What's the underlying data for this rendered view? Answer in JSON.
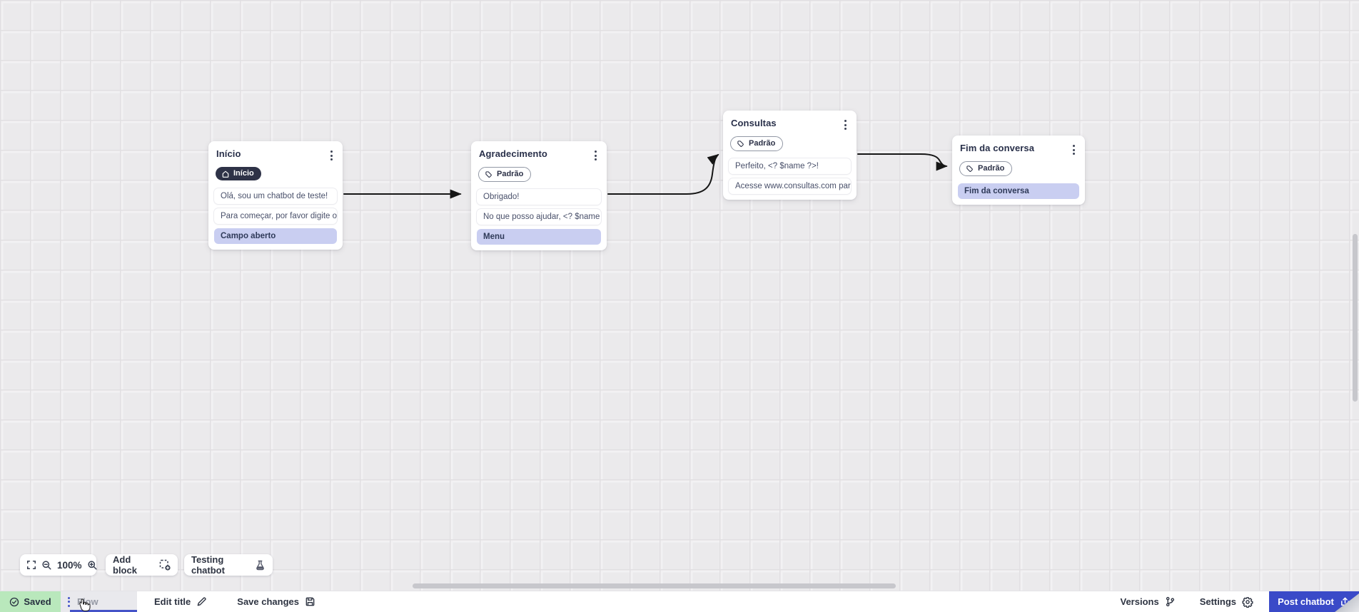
{
  "canvas": {
    "nodes": [
      {
        "title": "Início",
        "badge": {
          "label": "Início",
          "icon": "home-icon",
          "style": "dark"
        },
        "blocks": [
          {
            "text": "Olá, sou um chatbot de teste!",
            "type": "text"
          },
          {
            "text": "Para começar, por favor digite o ...",
            "type": "text"
          },
          {
            "text": "Campo aberto",
            "type": "input"
          }
        ]
      },
      {
        "title": "Agradecimento",
        "badge": {
          "label": "Padrão",
          "icon": "tag-icon",
          "style": "outline"
        },
        "blocks": [
          {
            "text": "Obrigado!",
            "type": "text"
          },
          {
            "text": "No que posso ajudar, <? $name ...",
            "type": "text"
          },
          {
            "text": "Menu",
            "type": "input"
          }
        ]
      },
      {
        "title": "Consultas",
        "badge": {
          "label": "Padrão",
          "icon": "tag-icon",
          "style": "outline"
        },
        "blocks": [
          {
            "text": "Perfeito, <? $name ?>!",
            "type": "text"
          },
          {
            "text": "Acesse www.consultas.com par...",
            "type": "text"
          }
        ]
      },
      {
        "title": "Fim da conversa",
        "badge": {
          "label": "Padrão",
          "icon": "tag-icon",
          "style": "outline"
        },
        "blocks": [
          {
            "text": "Fim da conversa",
            "type": "input"
          }
        ]
      }
    ]
  },
  "toolbar": {
    "zoom_level": "100%",
    "add_block_label": "Add block",
    "testing_label": "Testing chatbot"
  },
  "statusbar": {
    "saved_label": "Saved",
    "flow_tab_label": "Flow",
    "edit_title_label": "Edit title",
    "save_changes_label": "Save changes",
    "versions_label": "Versions",
    "settings_label": "Settings",
    "post_button_label": "Post chatbot"
  },
  "colors": {
    "accent_blue": "#3a4ac8",
    "tab_underline": "#4453c8",
    "saved_green": "#b9e8bc",
    "block_lavender": "#c9cef1",
    "badge_dark": "#2e3247",
    "edge_black": "#161616"
  }
}
